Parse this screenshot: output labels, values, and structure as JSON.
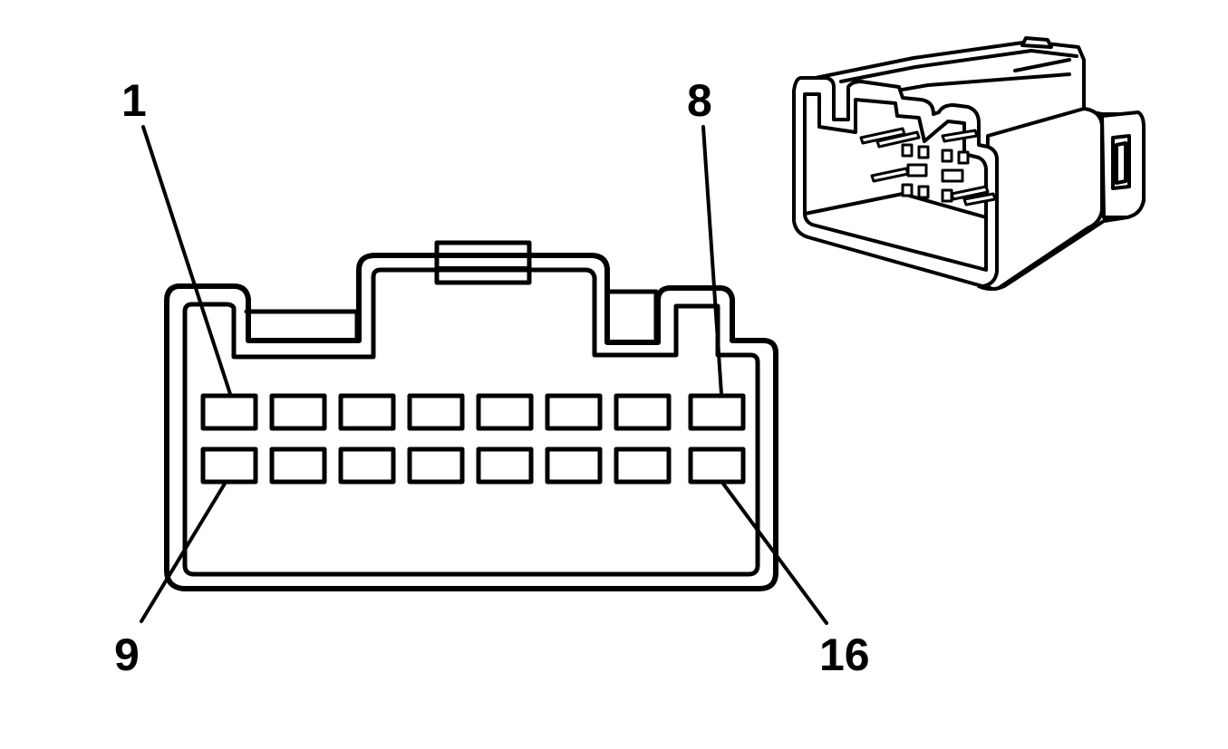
{
  "diagram": {
    "pin_labels": {
      "top_left": "1",
      "top_right": "8",
      "bottom_left": "9",
      "bottom_right": "16"
    },
    "terminal_rows": 2,
    "terminals_per_row": 8,
    "line_color": "#000000",
    "background_color": "#ffffff"
  }
}
